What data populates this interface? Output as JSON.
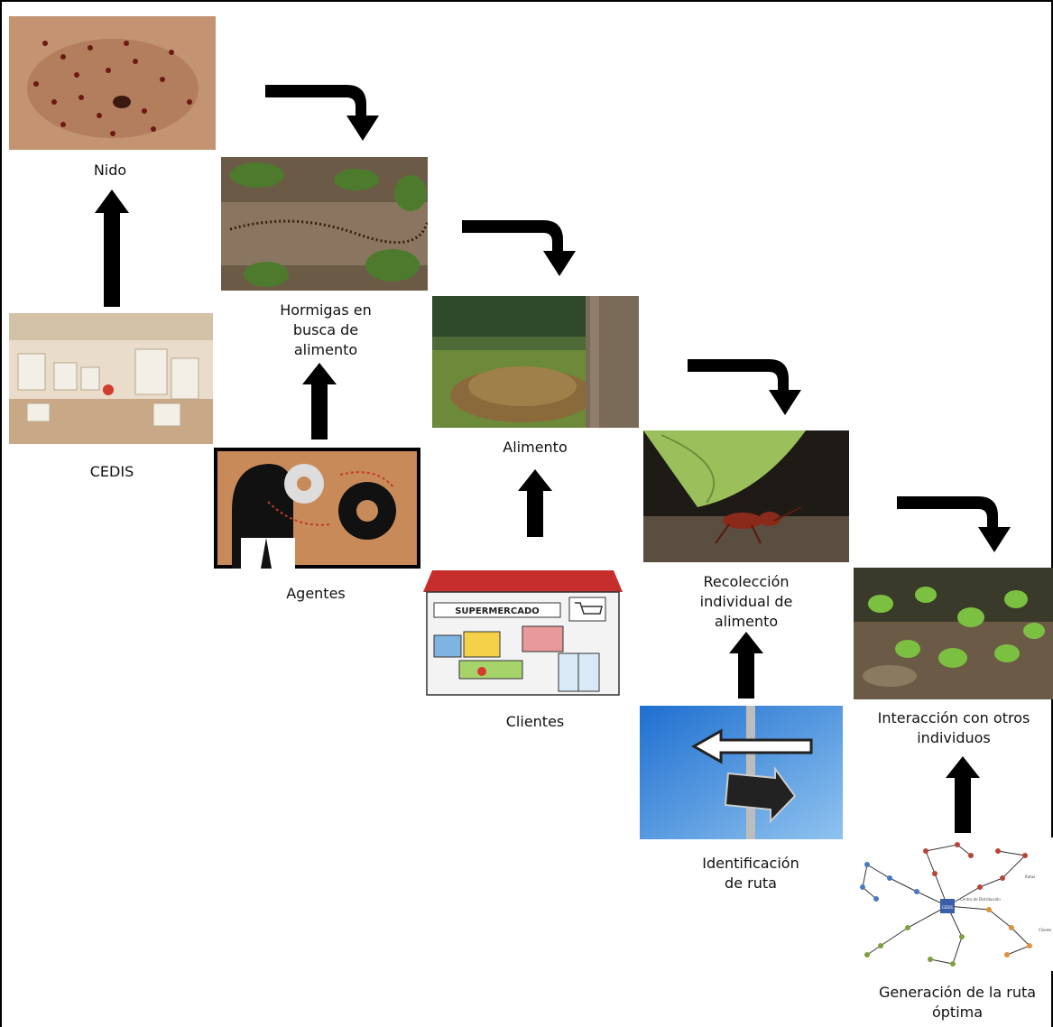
{
  "labels": {
    "nido": "Nido",
    "cedis": "CEDIS",
    "hormigas": "Hormigas en\nbusca de\nalimento",
    "agentes": "Agentes",
    "alimento": "Alimento",
    "clientes": "Clientes",
    "recoleccion": "Recolección\nindividual de\nalimento",
    "identificacion": "Identificación\nde ruta",
    "interaccion": "Interacción con otros\nindividuos",
    "generacion": "Generación de la ruta\nóptima"
  },
  "image_text": {
    "supermercado": "SUPERMERCADO",
    "rutas": "Rutas",
    "cedis_node": "CEDIS",
    "centro": "Centro de Distribución",
    "clientes": "Cliente"
  },
  "colors": {
    "arrow": "#000000",
    "soil": "#c39372",
    "ant": "#6b1a12",
    "forest": "#5a6b3a",
    "grass": "#6c8a3a",
    "leaf": "#9bbf5a",
    "sky": "#1f6fd0",
    "agent_bg": "#c98a5a",
    "route_blue": "#4a78c8",
    "route_red": "#b8453a",
    "route_orange": "#e0903a",
    "route_green": "#7fa040"
  }
}
